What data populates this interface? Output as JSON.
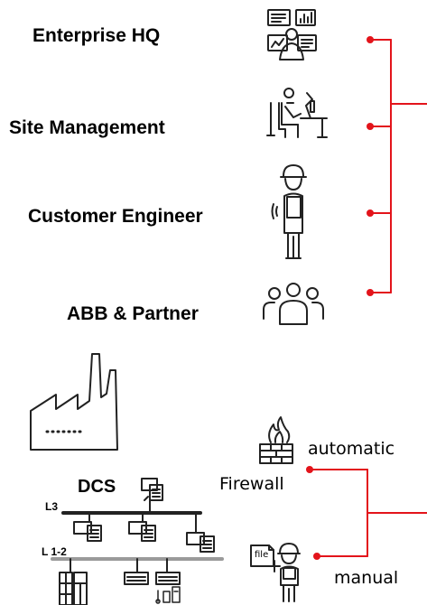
{
  "roles": [
    {
      "label": "Enterprise HQ",
      "icon": "monitoring-person-icon"
    },
    {
      "label": "Site Management",
      "icon": "desk-workers-icon"
    },
    {
      "label": "Customer Engineer",
      "icon": "engineer-tablet-icon"
    },
    {
      "label": "ABB & Partner",
      "icon": "group-icon"
    }
  ],
  "plant": {
    "icon": "factory-icon",
    "dcs_label": "DCS",
    "layers": [
      "L3",
      "L 1-2"
    ]
  },
  "transfer": {
    "automatic_label": "automatic",
    "firewall_label": "Firewall",
    "manual_label": "manual",
    "file_label": "file"
  },
  "colors": {
    "connector": "#e3141b",
    "line": "#222222",
    "network_l12": "#9a9a9a"
  }
}
